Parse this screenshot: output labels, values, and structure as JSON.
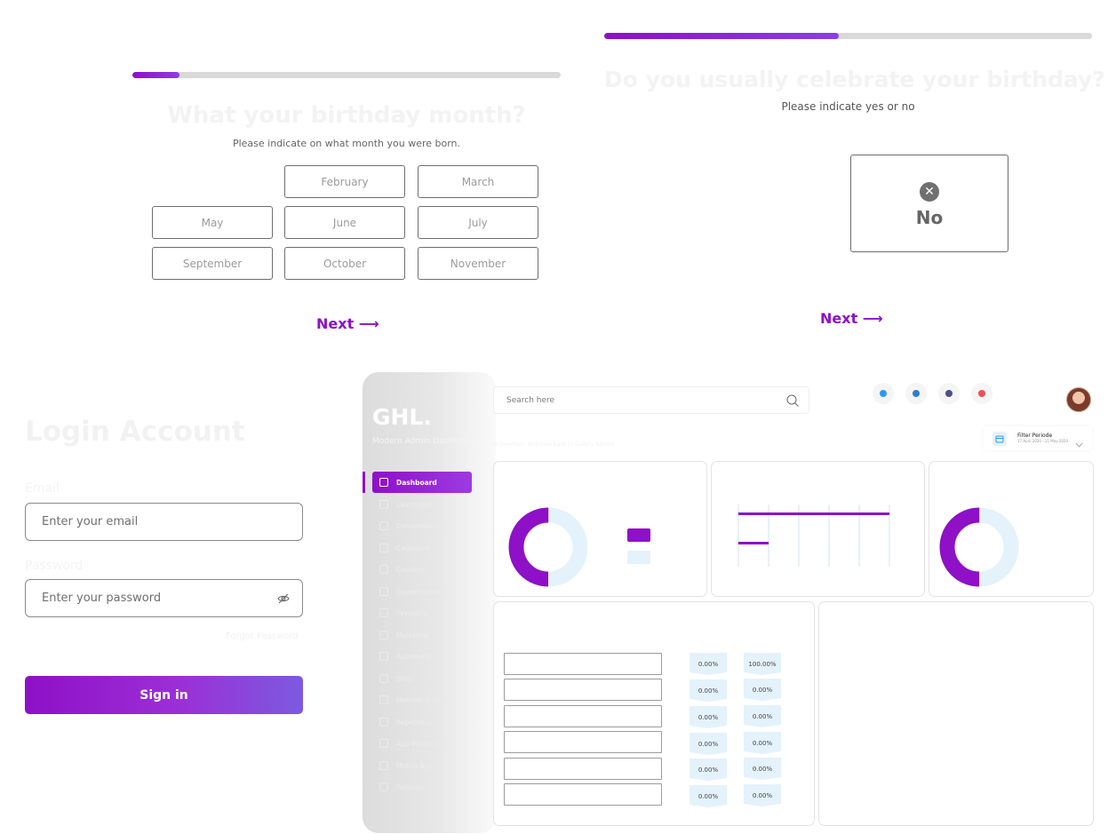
{
  "birthday_month": {
    "title": "What your birthday month?",
    "subtitle": "Please indicate on what month you were born.",
    "progress_fraction": 0.11,
    "months": [
      "February",
      "March",
      "May",
      "June",
      "July",
      "September",
      "October",
      "November"
    ],
    "next_label": "Next ⟶"
  },
  "celebrate": {
    "title": "Do you usually celebrate your birthday?",
    "subtitle": "Please indicate yes or no",
    "progress_fraction": 0.48,
    "option_label": "No",
    "option_icon": "close-circle-icon",
    "next_label": "Next ⟶"
  },
  "login": {
    "title": "Login Account",
    "email_label": "Email",
    "email_placeholder": "Enter your email",
    "password_label": "Password",
    "password_placeholder": "Enter your password",
    "forgot_label": "Forgot Password",
    "signin_label": "Sign in",
    "accent": "#8e10c7"
  },
  "dashboard": {
    "brand": "GHL.",
    "brand_subtitle": "Modern Admin Dashboard",
    "nav": [
      "Dashboard",
      "Launchpad",
      "Conversations",
      "Calendars",
      "Contacts",
      "Opportunities",
      "Payments",
      "Marketing",
      "Automation",
      "Sites",
      "Memberships",
      "Reputation",
      "App Marketplace",
      "Mobile App",
      "Settings"
    ],
    "search_placeholder": "Search here",
    "welcome": "Hi Jonathan, Welcome back to Gallery Admin!",
    "filter_title": "Filter Periode",
    "filter_range": "17 April 2020 - 21 May 2020",
    "notification_colors": [
      "#2d9bf0",
      "#2d7fd0",
      "#4d4d8f",
      "#ef4d55"
    ],
    "table_left_values": [
      "0.00%",
      "0.00%",
      "0.00%",
      "0.00%",
      "0.00%",
      "0.00%"
    ],
    "table_right_values": [
      "100.00%",
      "0.00%",
      "0.00%",
      "0.00%",
      "0.00%",
      "0.00%"
    ],
    "donut1_fraction": 0.5,
    "donut2_fraction": 0.5,
    "bar_chart_values": [
      1.0,
      0.2
    ],
    "accent": "#8e10c7",
    "light_blue": "#e4f2fb"
  }
}
